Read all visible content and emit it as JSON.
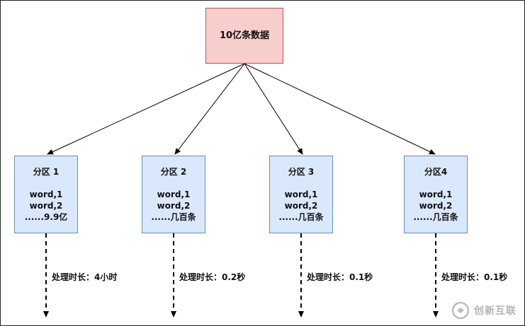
{
  "root": {
    "label": "10亿条数据"
  },
  "partitions": [
    {
      "title": "分区 1",
      "lines": [
        "word,1",
        "word,2",
        "......9.9亿"
      ],
      "duration": "处理时长：4小时"
    },
    {
      "title": "分区 2",
      "lines": [
        "word,1",
        "word,2",
        "......几百条"
      ],
      "duration": "处理时长：0.2秒"
    },
    {
      "title": "分区 3",
      "lines": [
        "word,1",
        "word,2",
        "......几百条"
      ],
      "duration": "处理时长：0.1秒"
    },
    {
      "title": "分区4",
      "lines": [
        "word,1",
        "word,2",
        "......几百条"
      ],
      "duration": "处理时长：0.1秒"
    }
  ],
  "colors": {
    "root_fill": "#f8cecc",
    "root_stroke": "#b85450",
    "part_fill": "#dae8fc",
    "part_stroke": "#6c8ebf"
  },
  "watermark": {
    "text": "创新互联"
  }
}
